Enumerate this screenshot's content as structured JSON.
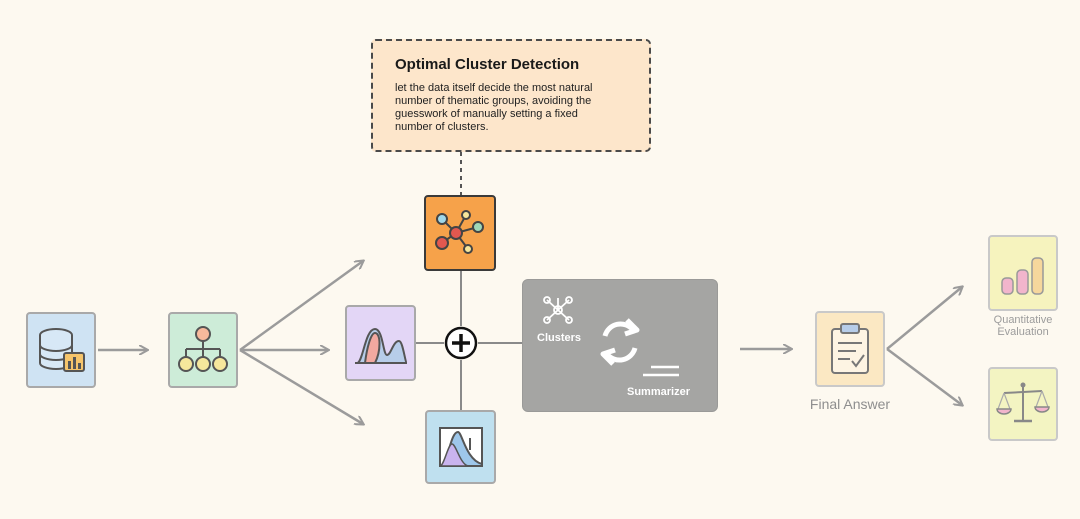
{
  "callout": {
    "title": "Optimal Cluster Detection",
    "body": "let the data itself decide the most natural\nnumber of thematic groups, avoiding the\nguesswork of manually setting a fixed\nnumber of clusters."
  },
  "summarizer_panel": {
    "clusters_label": "Clusters",
    "summarizer_label": "Summarizer"
  },
  "final_answer": {
    "label": "Final Answer"
  },
  "evaluation": {
    "quantitative_label": "Quantitative\nEvaluation"
  },
  "colors": {
    "background": "#fdf9f0",
    "callout_fill": "#fde6cb",
    "cluster_node": "#f6a24a",
    "panel": "#a5a5a3",
    "arrow": "#9b9b9b"
  },
  "icons": [
    "database-chart-icon",
    "hierarchy-icon",
    "mountain-distribution-icon",
    "network-graph-icon",
    "distribution-curve-icon",
    "plus-circle-icon",
    "refresh-icon",
    "clipboard-check-icon",
    "bar-chart-icon",
    "balance-scale-icon"
  ]
}
